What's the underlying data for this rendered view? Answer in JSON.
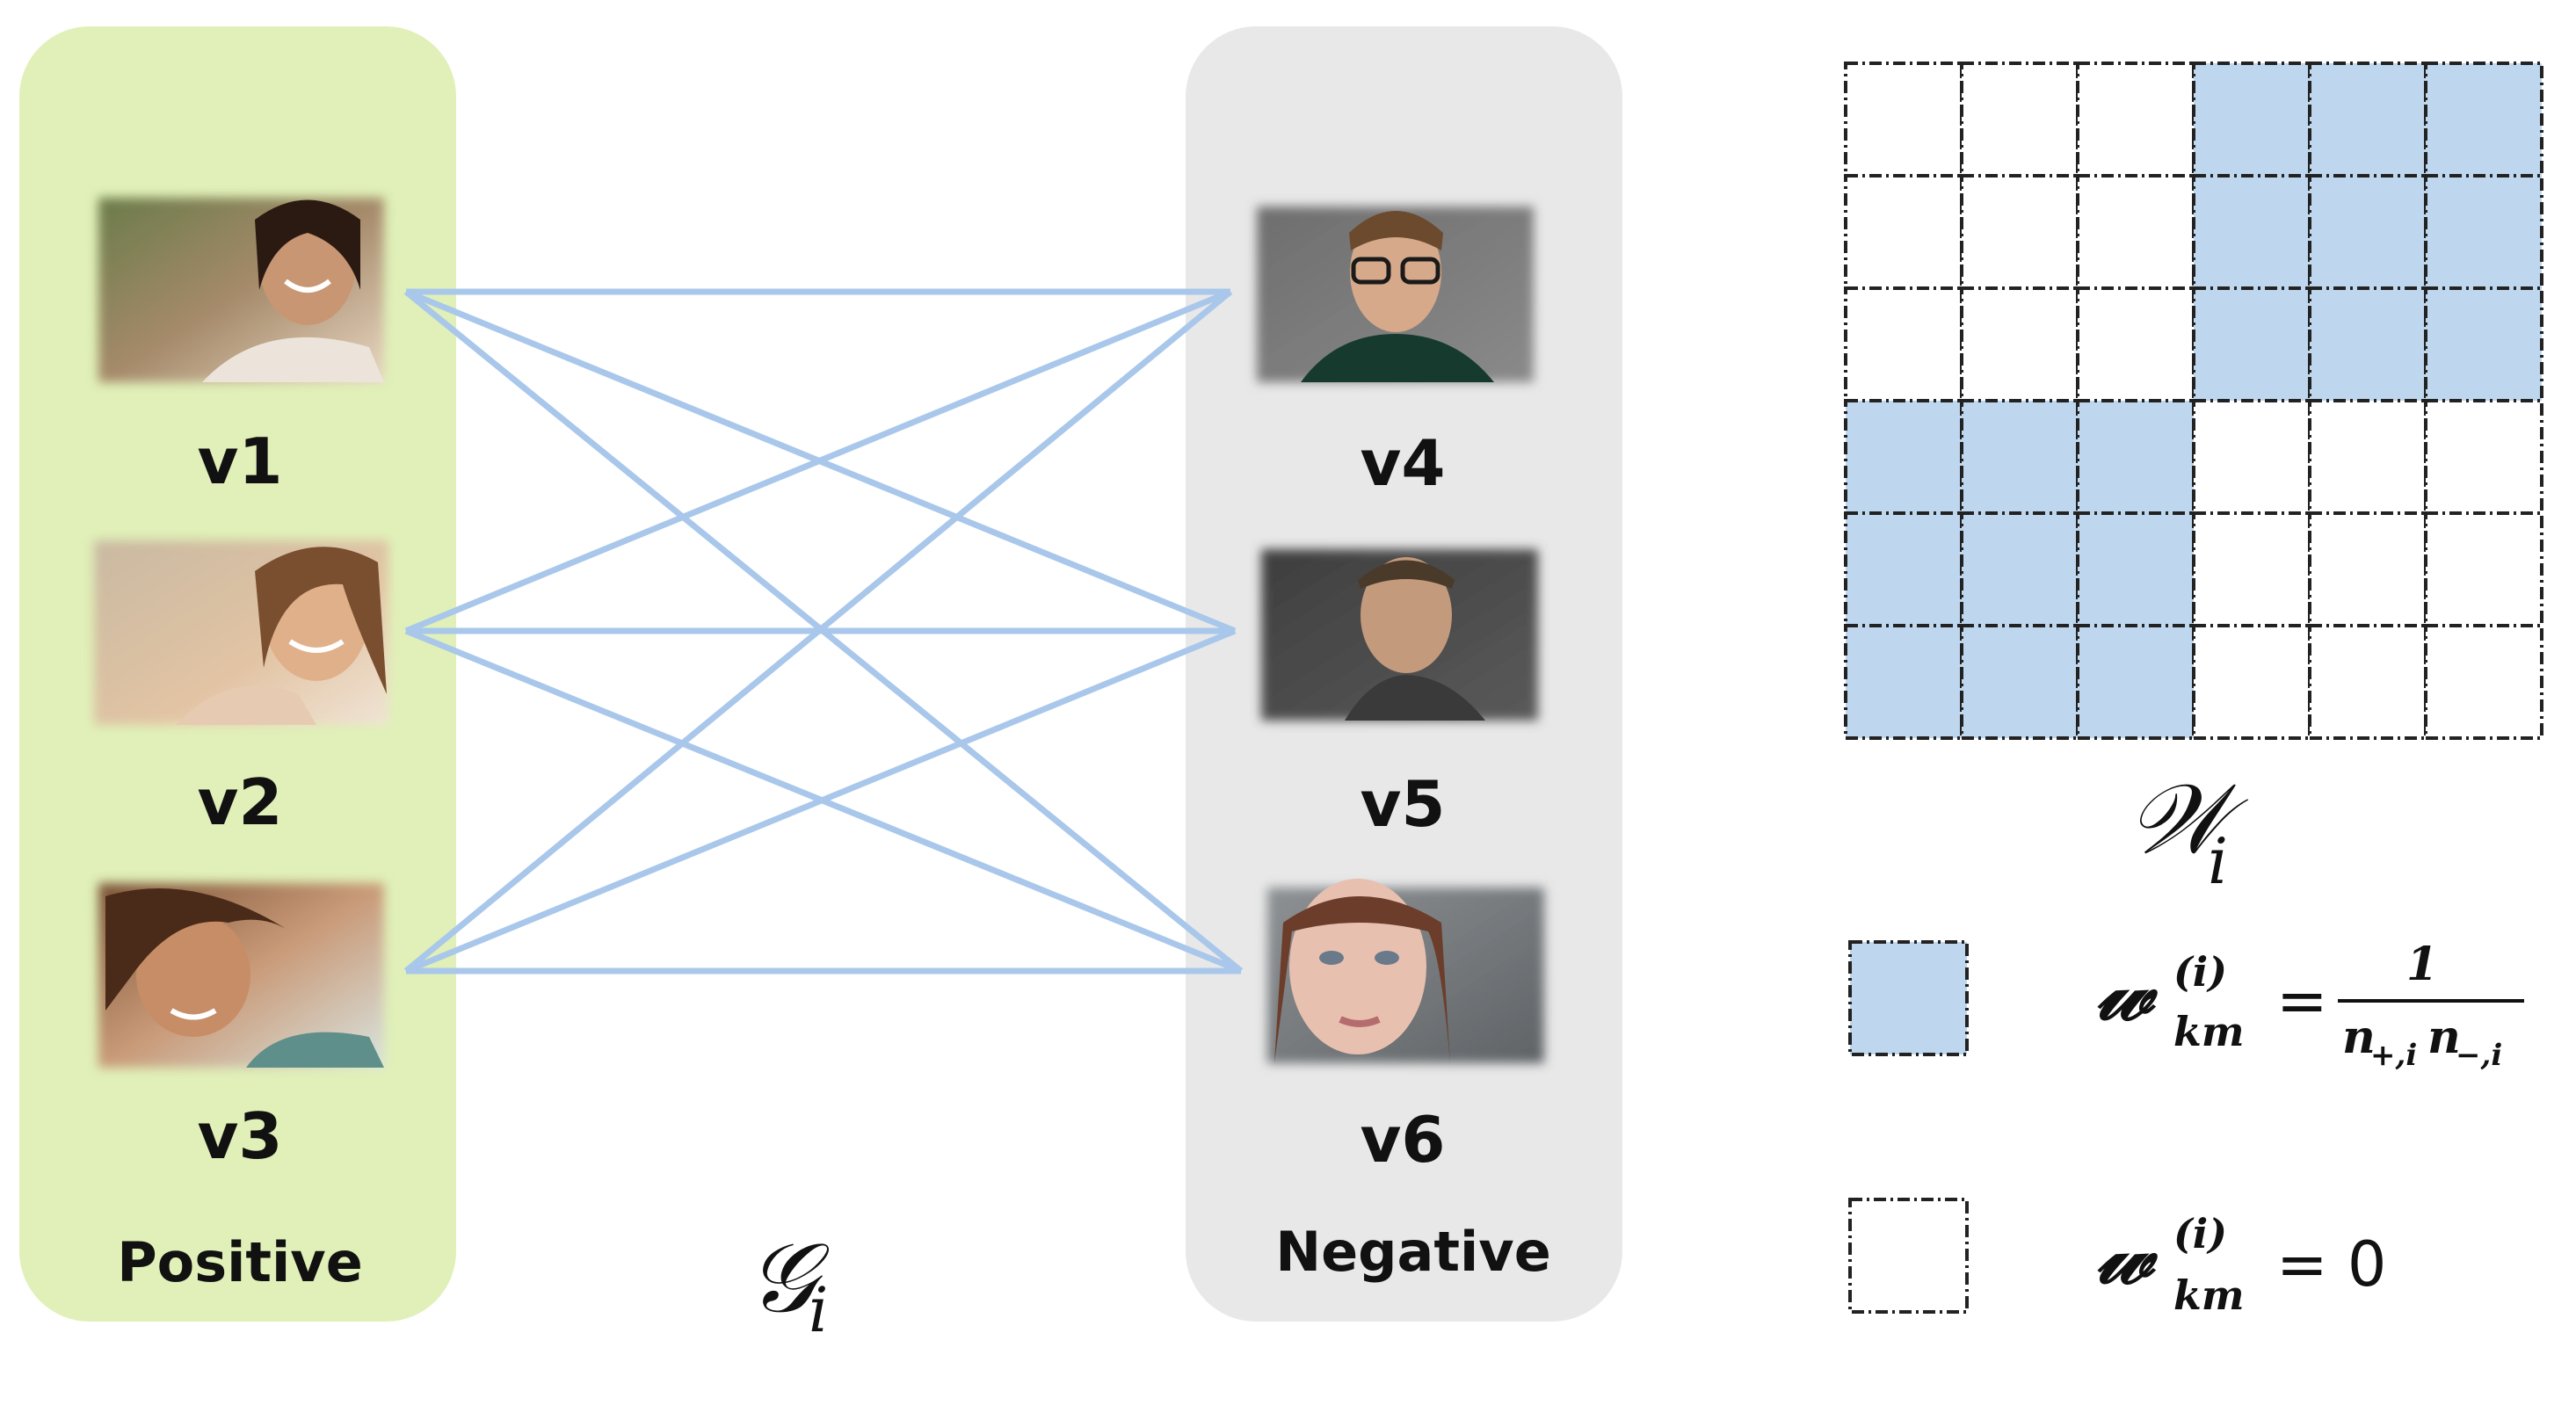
{
  "colors": {
    "positive_panel": "#e0f0b8",
    "negative_panel": "#e8e8e8",
    "edge": "#a9c7ea",
    "filled_cell": "#bed7ee",
    "empty_cell": "#ffffff"
  },
  "positive": {
    "label": "Positive",
    "nodes": [
      {
        "id": "v1",
        "label": "v1",
        "image": "smiling-woman-photo"
      },
      {
        "id": "v2",
        "label": "v2",
        "image": "smiling-woman-photo"
      },
      {
        "id": "v3",
        "label": "v3",
        "image": "smiling-woman-photo"
      }
    ]
  },
  "negative": {
    "label": "Negative",
    "nodes": [
      {
        "id": "v4",
        "label": "v4",
        "image": "man-with-glasses-photo"
      },
      {
        "id": "v5",
        "label": "v5",
        "image": "man-face-photo"
      },
      {
        "id": "v6",
        "label": "v6",
        "image": "woman-face-photo"
      }
    ]
  },
  "graph": {
    "symbol": "𝒢",
    "subscript": "i",
    "edges": [
      [
        "v1",
        "v4"
      ],
      [
        "v1",
        "v5"
      ],
      [
        "v1",
        "v6"
      ],
      [
        "v2",
        "v4"
      ],
      [
        "v2",
        "v5"
      ],
      [
        "v2",
        "v6"
      ],
      [
        "v3",
        "v4"
      ],
      [
        "v3",
        "v5"
      ],
      [
        "v3",
        "v6"
      ]
    ]
  },
  "matrix": {
    "symbol": "𝒲",
    "subscript": "i",
    "rows": [
      [
        0,
        0,
        0,
        1,
        1,
        1
      ],
      [
        0,
        0,
        0,
        1,
        1,
        1
      ],
      [
        0,
        0,
        0,
        1,
        1,
        1
      ],
      [
        1,
        1,
        1,
        0,
        0,
        0
      ],
      [
        1,
        1,
        1,
        0,
        0,
        0
      ],
      [
        1,
        1,
        1,
        0,
        0,
        0
      ]
    ]
  },
  "legend": {
    "filled": {
      "lhs": "𝓌",
      "superscript": "(i)",
      "subscript": "km",
      "equals": "=",
      "numerator": "1",
      "denominator_a": "n",
      "denominator_a_sub": "+,i",
      "denominator_b": "n",
      "denominator_b_sub": "−,i"
    },
    "empty": {
      "lhs": "𝓌",
      "superscript": "(i)",
      "subscript": "km",
      "rhs": "= 0"
    }
  }
}
